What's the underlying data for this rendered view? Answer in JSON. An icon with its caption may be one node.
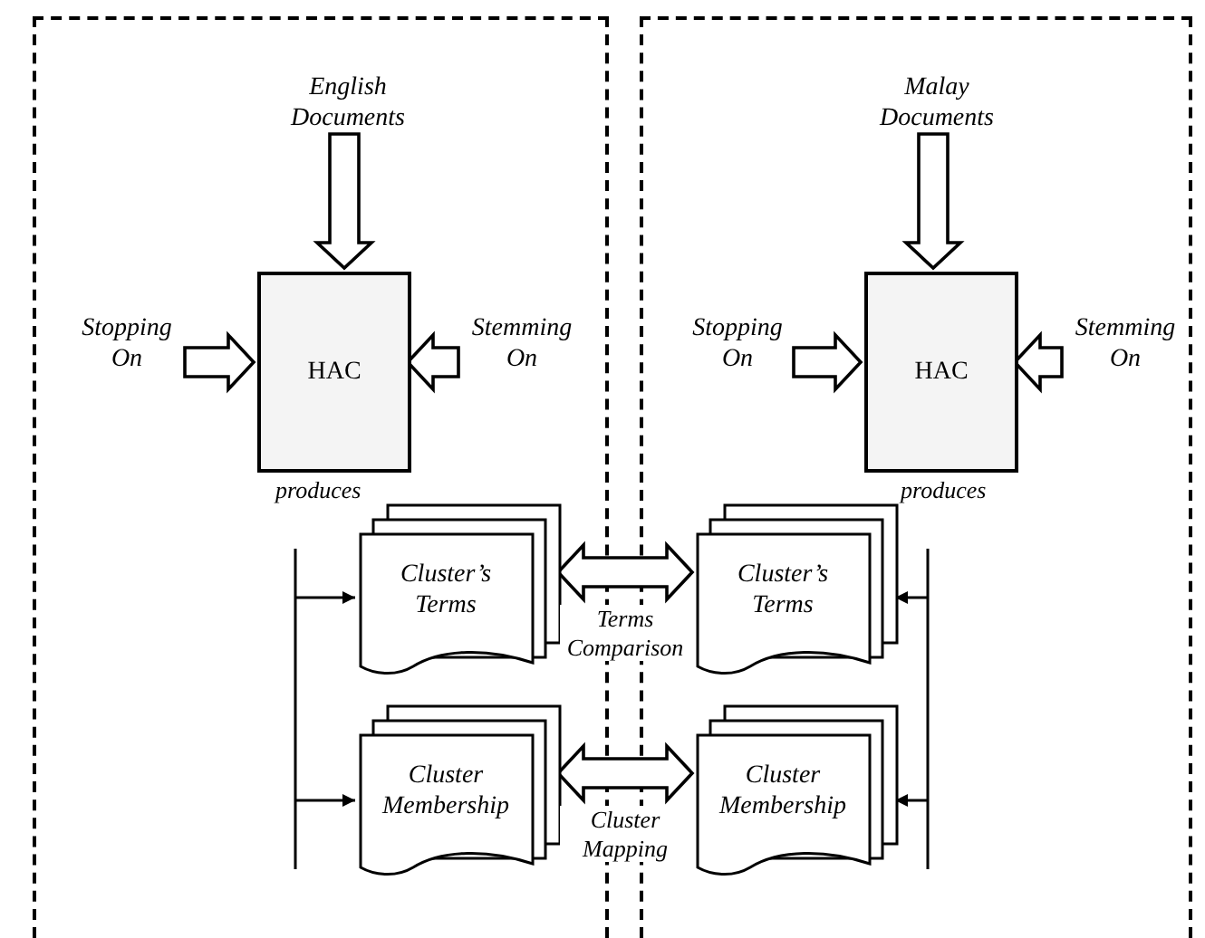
{
  "diagram": {
    "nodes": [
      {
        "text": [],
        "shape": "box"
      },
      {
        "text": [
          "English Documents"
        ],
        "in": 0
      },
      {
        "text": [
          "Stopping On"
        ],
        "in": 0
      },
      {
        "text": [
          "HAC"
        ],
        "in": 0
      },
      {
        "text": [
          "Stemming On"
        ],
        "in": 0
      },
      {
        "text": [
          "Cluster’s Terms"
        ],
        "in": 0
      },
      {
        "text": [
          "Cluster Membership"
        ],
        "in": 0
      },
      {
        "text": [],
        "shape": "box"
      },
      {
        "text": [
          "Malay Documents"
        ],
        "in": 7
      },
      {
        "text": [
          "Stopping On"
        ],
        "in": 7
      },
      {
        "text": [
          "HAC"
        ],
        "in": 7
      },
      {
        "text": [
          "Stemming On"
        ],
        "in": 7
      },
      {
        "text": [
          "Cluster’s Terms"
        ],
        "in": 7
      },
      {
        "text": [
          "Cluster Membership"
        ],
        "in": 7
      }
    ],
    "edges": [
      {
        "from": 1,
        "to": 3,
        "arrow": "to",
        "style": "thick"
      },
      {
        "from": 2,
        "to": 3,
        "arrow": "to",
        "style": "thick"
      },
      {
        "from": 4,
        "to": 3,
        "arrow": "to",
        "style": "thick"
      },
      {
        "from": 8,
        "to": 10,
        "arrow": "to",
        "style": "thick"
      },
      {
        "from": 9,
        "to": 10,
        "arrow": "to",
        "style": "thick"
      },
      {
        "from": 11,
        "to": 10,
        "arrow": "to",
        "style": "thick"
      },
      {
        "from": null,
        "to": 5,
        "arrow": "to"
      },
      {
        "from": null,
        "to": 6,
        "arrow": "to"
      },
      {
        "from": null,
        "to": 12,
        "arrow": "to"
      },
      {
        "from": null,
        "to": 13,
        "arrow": "to"
      },
      {
        "from": 5,
        "to": 12,
        "arrow": "both",
        "style": "thick",
        "label": "Terms Comparison"
      },
      {
        "from": 6,
        "to": 13,
        "arrow": "both",
        "style": "thick",
        "label": "Cluster Mapping"
      }
    ],
    "labels": [
      "produces",
      "produces"
    ]
  }
}
